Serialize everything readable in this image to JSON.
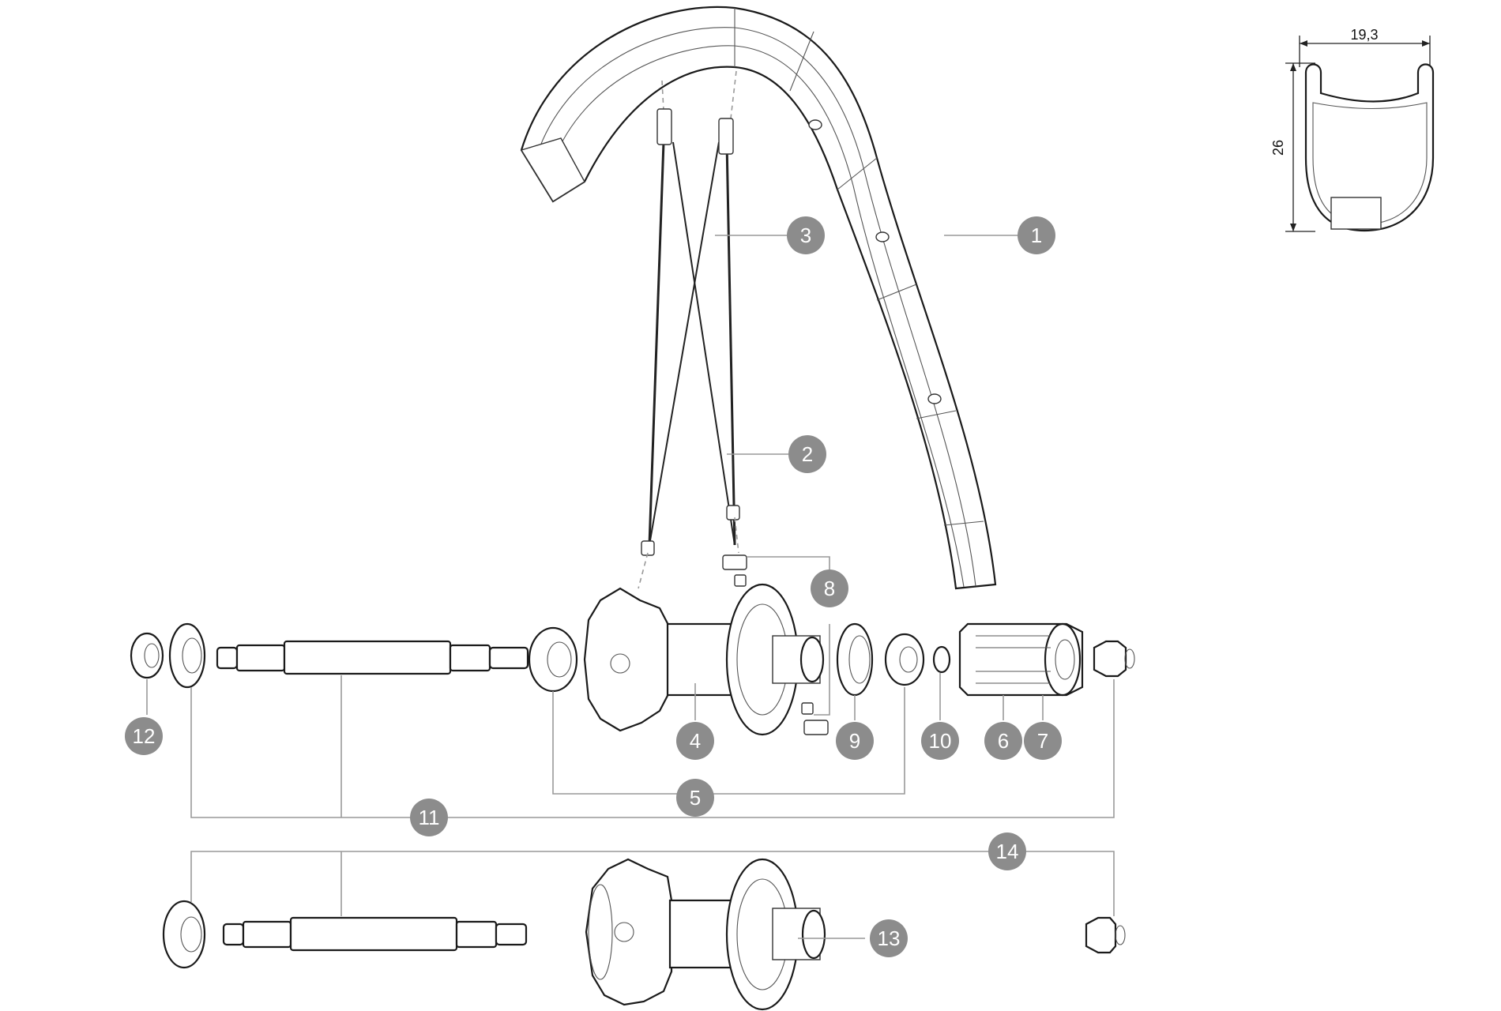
{
  "profile": {
    "width_label": "19,3",
    "height_label": "26"
  },
  "callouts": [
    {
      "id": "c1",
      "label": "1"
    },
    {
      "id": "c2",
      "label": "2"
    },
    {
      "id": "c3",
      "label": "3"
    },
    {
      "id": "c4",
      "label": "4"
    },
    {
      "id": "c5",
      "label": "5"
    },
    {
      "id": "c6",
      "label": "6"
    },
    {
      "id": "c7",
      "label": "7"
    },
    {
      "id": "c8",
      "label": "8"
    },
    {
      "id": "c9",
      "label": "9"
    },
    {
      "id": "c10",
      "label": "10"
    },
    {
      "id": "c11",
      "label": "11"
    },
    {
      "id": "c12",
      "label": "12"
    },
    {
      "id": "c13",
      "label": "13"
    },
    {
      "id": "c14",
      "label": "14"
    }
  ],
  "colors": {
    "callout_fill": "#8c8c8c",
    "leader_line": "#999999",
    "ink": "#1a1a1a"
  }
}
